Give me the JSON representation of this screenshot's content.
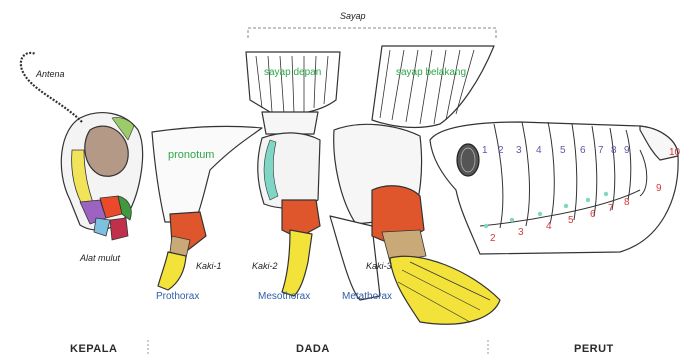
{
  "labels": {
    "antena": "Antena",
    "alat_mulut": "Alat mulut",
    "pronotum": "pronotum",
    "sayap": "Sayap",
    "sayap_depan": "sayap depan",
    "sayap_belakang": "sayap belakang",
    "kaki_1": "Kaki-1",
    "kaki_2": "Kaki-2",
    "kaki_3": "Kaki-3",
    "prothorax": "Prothorax",
    "mesothorax": "Mesothorax",
    "metathorax": "Metathorax"
  },
  "sections": {
    "kepala": "KEPALA",
    "dada": "DADA",
    "perut": "PERUT"
  },
  "tergite_numbers": [
    "1",
    "2",
    "3",
    "4",
    "5",
    "6",
    "7",
    "8",
    "9",
    "10"
  ],
  "sternite_numbers": [
    "2",
    "3",
    "4",
    "5",
    "6",
    "7",
    "8",
    "9"
  ],
  "colors": {
    "label_green": "#2ea84a",
    "label_blue": "#2f5ea8",
    "tergite_number": "#5a5aa8",
    "sternite_number": "#d23a3a",
    "leg_orange": "#e0562c",
    "leg_yellow": "#f2e23a"
  }
}
